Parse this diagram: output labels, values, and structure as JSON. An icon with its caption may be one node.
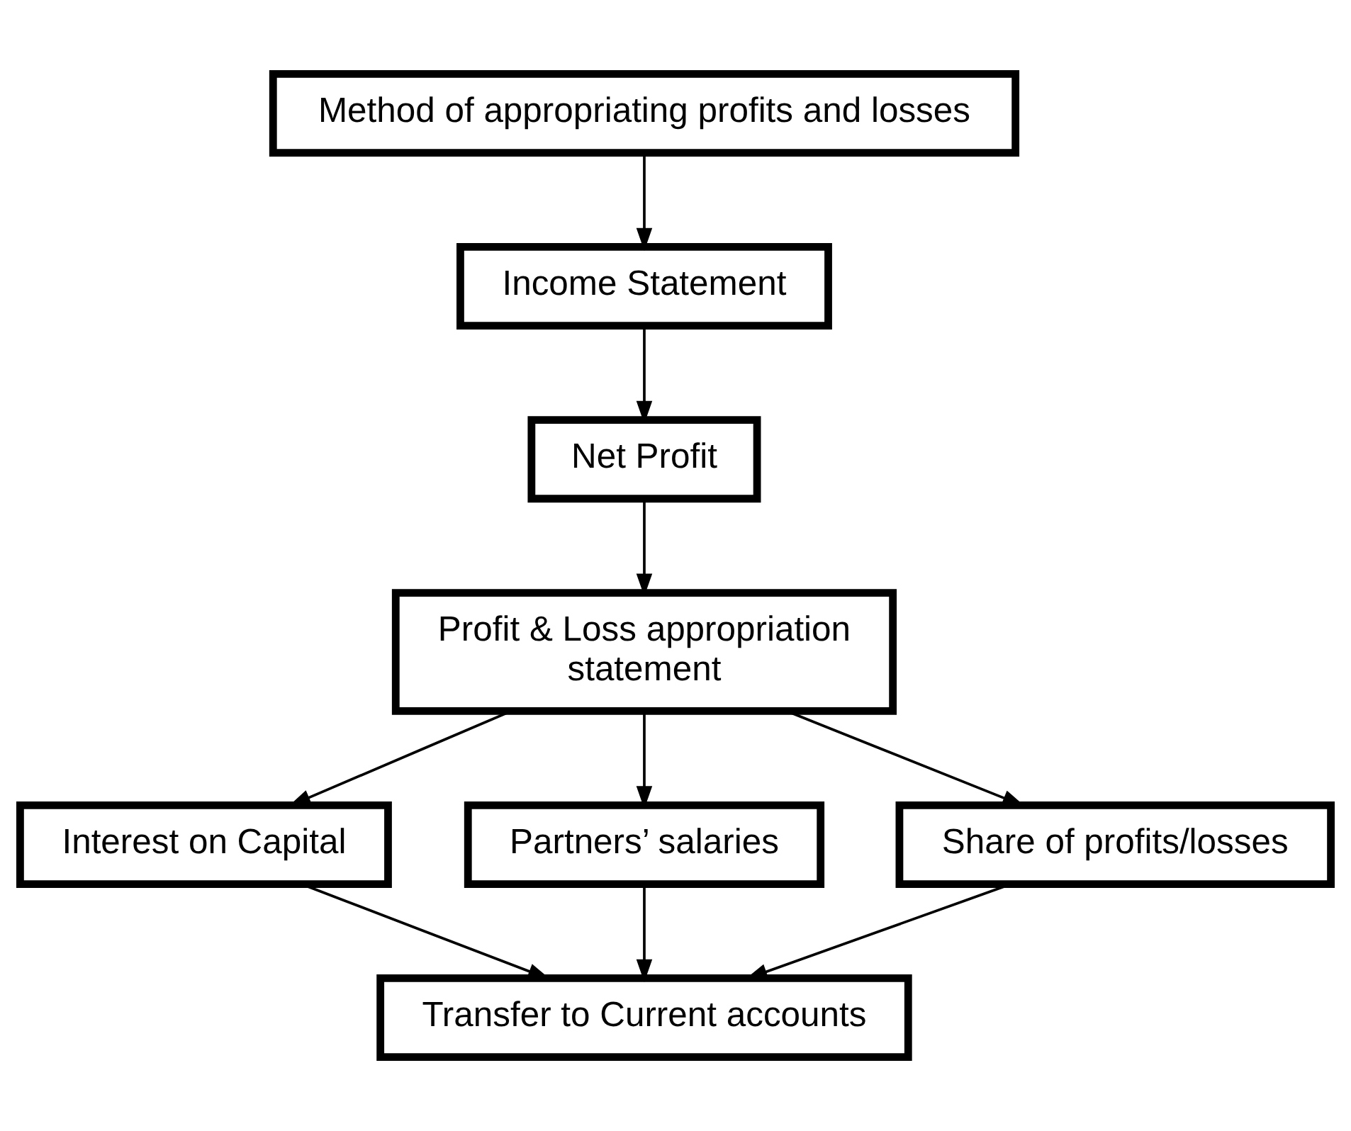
{
  "diagram": {
    "nodes": [
      {
        "text": [
          "Method of appropriating profits and losses"
        ]
      },
      {
        "text": [
          "Income Statement"
        ]
      },
      {
        "text": [
          "Net Profit"
        ]
      },
      {
        "text": [
          "Profit & Loss appropriation statement"
        ]
      },
      {
        "text": [
          "Interest on Capital"
        ]
      },
      {
        "text": [
          "Partners’ salaries"
        ]
      },
      {
        "text": [
          "Share of profits/losses"
        ]
      },
      {
        "text": [
          "Transfer to Current accounts"
        ]
      }
    ],
    "edges": [
      {
        "from": 0,
        "to": 1,
        "arrow": "to"
      },
      {
        "from": 1,
        "to": 2,
        "arrow": "to"
      },
      {
        "from": 2,
        "to": 3,
        "arrow": "to"
      },
      {
        "from": 3,
        "to": 4,
        "arrow": "to"
      },
      {
        "from": 3,
        "to": 5,
        "arrow": "to"
      },
      {
        "from": 3,
        "to": 6,
        "arrow": "to"
      },
      {
        "from": 4,
        "to": 7,
        "arrow": "to"
      },
      {
        "from": 5,
        "to": 7,
        "arrow": "to"
      },
      {
        "from": 6,
        "to": 7,
        "arrow": "to"
      }
    ]
  }
}
